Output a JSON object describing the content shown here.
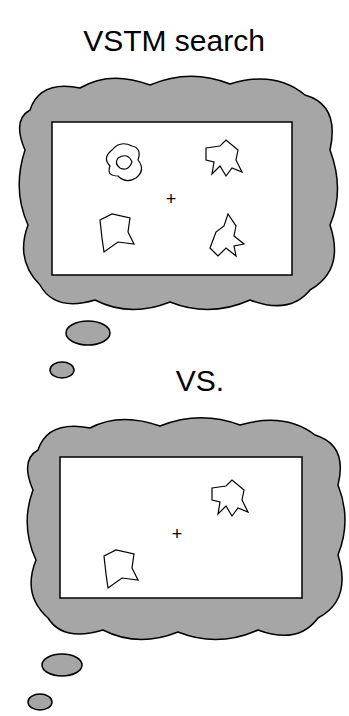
{
  "diagram": {
    "title": "VSTM search",
    "labels": [
      "VS.",
      "+",
      "+"
    ]
  }
}
